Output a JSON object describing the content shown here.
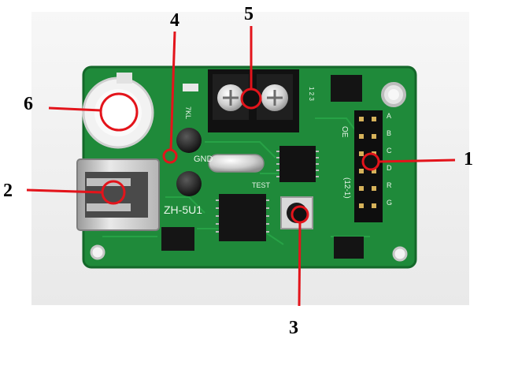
{
  "photo": {
    "board_label": "ZH-5U1",
    "gnd_label": "GND",
    "test_label": "TEST",
    "oe_label": "OE",
    "pin_label": "(12-1)",
    "pin_letters": [
      "A",
      "B",
      "C",
      "D",
      "R",
      "G"
    ],
    "silk_numbers": "1 2 3",
    "crystal_label": "7KL"
  },
  "callouts": [
    {
      "label": "1"
    },
    {
      "label": "2"
    },
    {
      "label": "3"
    },
    {
      "label": "4"
    },
    {
      "label": "5"
    },
    {
      "label": "6"
    }
  ],
  "colors": {
    "pcb": "#1f8a3a",
    "pcb_dark": "#14682a",
    "callout": "#e3141b",
    "background": "#ffffff"
  }
}
